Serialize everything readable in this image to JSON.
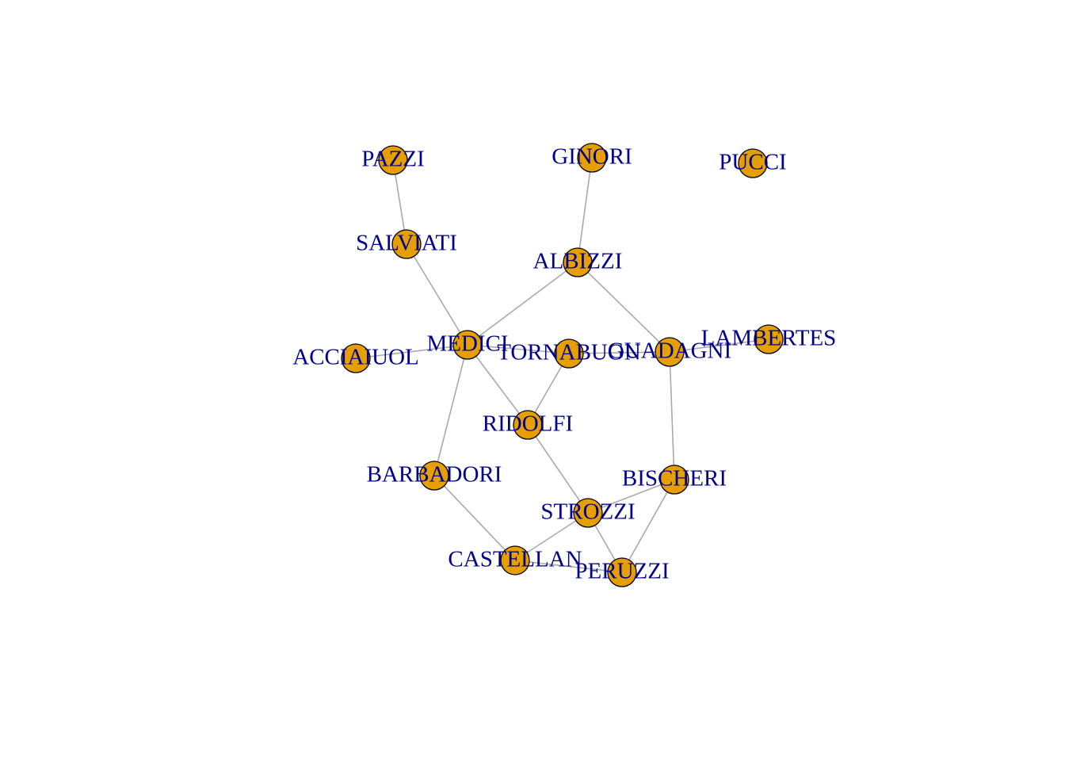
{
  "graph": {
    "colors": {
      "edge": "#a9a9a9",
      "node_fill": "#e69f00",
      "node_stroke": "#000000",
      "label": "#00008b"
    },
    "nodes": [
      {
        "id": "ACCIAIUOL",
        "label": "ACCIAIUOL"
      },
      {
        "id": "ALBIZZI",
        "label": "ALBIZZI"
      },
      {
        "id": "BARBADORI",
        "label": "BARBADORI"
      },
      {
        "id": "BISCHERI",
        "label": "BISCHERI"
      },
      {
        "id": "CASTELLAN",
        "label": "CASTELLAN"
      },
      {
        "id": "GINORI",
        "label": "GINORI"
      },
      {
        "id": "GUADAGNI",
        "label": "GUADAGNI"
      },
      {
        "id": "LAMBERTES",
        "label": "LAMBERTES"
      },
      {
        "id": "MEDICI",
        "label": "MEDICI"
      },
      {
        "id": "PAZZI",
        "label": "PAZZI"
      },
      {
        "id": "PERUZZI",
        "label": "PERUZZI"
      },
      {
        "id": "PUCCI",
        "label": "PUCCI"
      },
      {
        "id": "RIDOLFI",
        "label": "RIDOLFI"
      },
      {
        "id": "SALVIATI",
        "label": "SALVIATI"
      },
      {
        "id": "STROZZI",
        "label": "STROZZI"
      },
      {
        "id": "TORNABUON",
        "label": "TORNABUON"
      }
    ],
    "edges": [
      [
        "PAZZI",
        "SALVIATI"
      ],
      [
        "SALVIATI",
        "MEDICI"
      ],
      [
        "GINORI",
        "ALBIZZI"
      ],
      [
        "ALBIZZI",
        "MEDICI"
      ],
      [
        "ALBIZZI",
        "GUADAGNI"
      ],
      [
        "ACCIAIUOL",
        "MEDICI"
      ],
      [
        "MEDICI",
        "RIDOLFI"
      ],
      [
        "MEDICI",
        "BARBADORI"
      ],
      [
        "MEDICI",
        "TORNABUON"
      ],
      [
        "TORNABUON",
        "RIDOLFI"
      ],
      [
        "TORNABUON",
        "GUADAGNI"
      ],
      [
        "GUADAGNI",
        "LAMBERTES"
      ],
      [
        "GUADAGNI",
        "BISCHERI"
      ],
      [
        "RIDOLFI",
        "STROZZI"
      ],
      [
        "BARBADORI",
        "CASTELLAN"
      ],
      [
        "BISCHERI",
        "STROZZI"
      ],
      [
        "BISCHERI",
        "PERUZZI"
      ],
      [
        "STROZZI",
        "CASTELLAN"
      ],
      [
        "STROZZI",
        "PERUZZI"
      ],
      [
        "CASTELLAN",
        "PERUZZI"
      ]
    ]
  }
}
